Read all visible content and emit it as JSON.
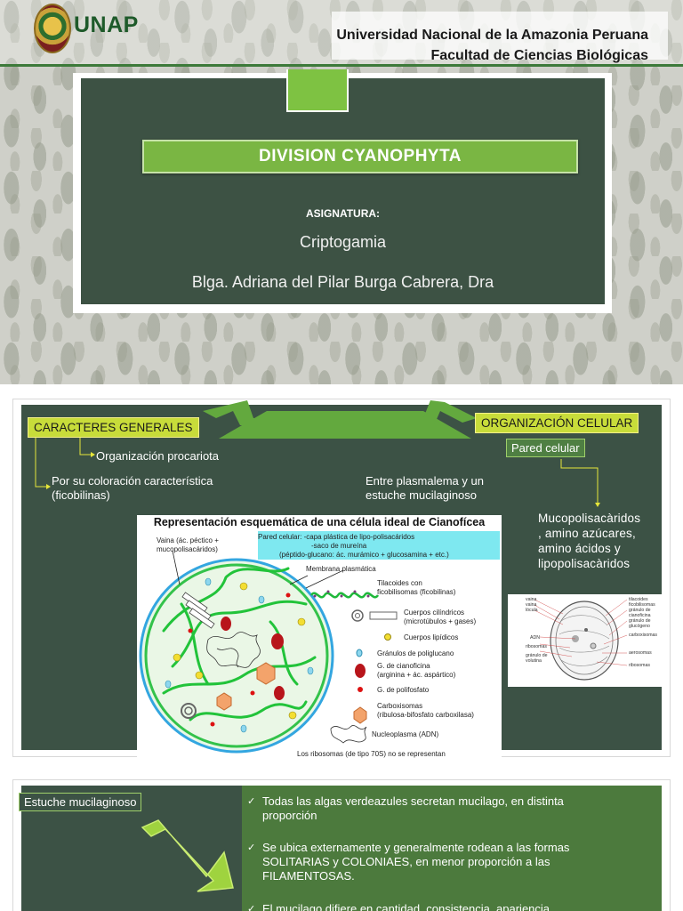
{
  "slide1": {
    "logo_text": "UNAP",
    "university": "Universidad Nacional de la Amazonia Peruana",
    "faculty": "Facultad de Ciencias Biológicas",
    "title": "DIVISION CYANOPHYTA",
    "subject_label": "ASIGNATURA:",
    "subject": "Criptogamia",
    "author": "Blga. Adriana del Pilar Burga Cabrera, Dra"
  },
  "slide2": {
    "caracteres": "CARACTERES GENERALES",
    "organizacion": "ORGANIZACIÓN CELULAR",
    "pared": "Pared celular",
    "procariota": "Organización procariota",
    "coloracion_1": "Por su coloración característica",
    "coloracion_2": "(ficobilinas)",
    "entre_1": "Entre plasmalema y un",
    "entre_2": "estuche mucilaginoso",
    "muco_1": "Mucopolisacàridos",
    "muco_2": ", amino azúcares,",
    "muco_3": "amino ácidos y",
    "muco_4": "lipopolisacàridos",
    "figure": {
      "title": "Representación esquemática de una célula ideal de Cianofícea",
      "vaina_1": "Vaina (ác. péctico +",
      "vaina_2": "mucopolisacáridos)",
      "pared_1": "Pared celular: -capa plástica de lipo-polisacáridos",
      "pared_2": "-saco de mureína",
      "pared_3": "(péptido-glucano: ác. murámico + glucosamina + etc.)",
      "membrana": "Membrana plasmática",
      "tilac_1": "Tilacoides con",
      "tilac_2": "ficobilisomas (ficobilinas)",
      "cuerpos_1": "Cuerpos cilíndricos",
      "cuerpos_2": "(microtúbulos + gases)",
      "lipidicos": "Cuerpos lipídicos",
      "poliglucano": "Gránulos de poliglucano",
      "ciano_1": "G. de cianoficina",
      "ciano_2": "(arginina + ác. aspártico)",
      "polifosfato": "G. de polifosfato",
      "carboxi_1": "Carboxisomas",
      "carboxi_2": "(ribulosa-bifosfato carboxilasa)",
      "nucleo": "Nucleoplasma (ADN)",
      "ribo_note": "Los ribosomas (de tipo 70S) no se representan"
    },
    "small_fig": {
      "left": [
        "vaina",
        "vaina",
        "lócula",
        "ADN",
        "ribosomas",
        "gránulo de",
        "volutina"
      ],
      "right": [
        "tilacoides",
        "ficobilisomas",
        "gránulo de",
        "cianoficina",
        "gránulo de",
        "glucógeno",
        "carboxisomas",
        "aerosomas",
        "ribosomas"
      ]
    }
  },
  "slide3": {
    "estuche": "Estuche mucilaginoso",
    "b1_1": "Todas las algas verdeazules secretan mucilago, en distinta",
    "b1_2": "proporción",
    "b2_1": "Se ubica externamente y generalmente rodean a las formas",
    "b2_2": "SOLITARIAS y COLONIAES, en menor proporción a las",
    "b2_3": "FILAMENTOSAS.",
    "b3_1": "El mucilago  difiere en cantidad, consistencia, apariencia",
    "check": "✓"
  },
  "colors": {
    "slide_bg": "#3c5245",
    "accent_green": "#7ab643",
    "yellow_box": "#c8dc3a",
    "bullet_panel": "#4c7a3d"
  }
}
